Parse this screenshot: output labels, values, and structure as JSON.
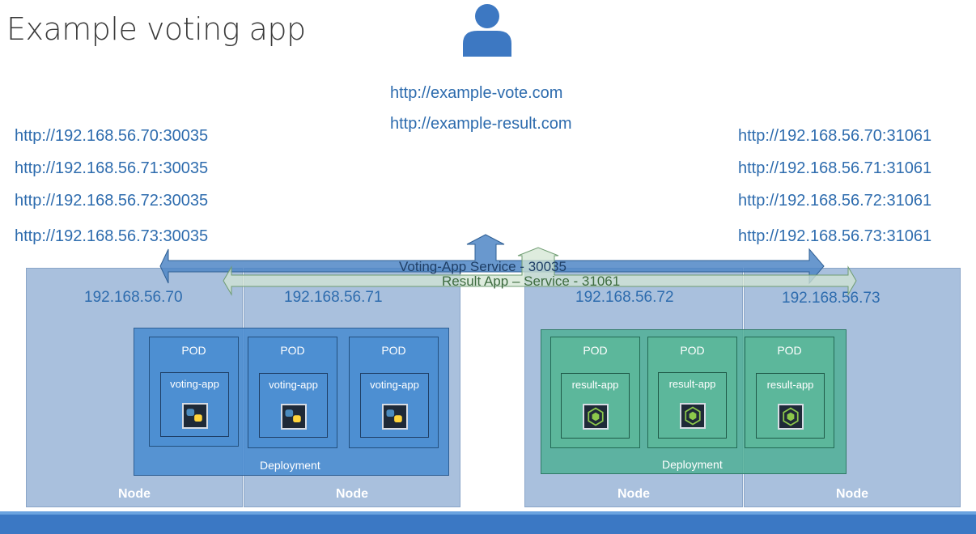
{
  "title": "Example voting app",
  "center_urls": [
    "http://example-vote.com",
    "http://example-result.com"
  ],
  "left_urls": [
    "http://192.168.56.70:30035",
    "http://192.168.56.71:30035",
    "http://192.168.56.72:30035",
    "http://192.168.56.73:30035"
  ],
  "right_urls": [
    "http://192.168.56.70:31061",
    "http://192.168.56.71:31061",
    "http://192.168.56.72:31061",
    "http://192.168.56.73:31061"
  ],
  "services": {
    "voting": "Voting-App Service - 30035",
    "result": "Result App – Service - 31061"
  },
  "nodes": [
    {
      "ip": "192.168.56.70",
      "label": "Node"
    },
    {
      "ip": "192.168.56.71",
      "label": "Node"
    },
    {
      "ip": "192.168.56.72",
      "label": "Node"
    },
    {
      "ip": "192.168.56.73",
      "label": "Node"
    }
  ],
  "deployments": {
    "voting": {
      "label": "Deployment",
      "pod_label": "POD",
      "container": "voting-app"
    },
    "result": {
      "label": "Deployment",
      "pod_label": "POD",
      "container": "result-app"
    }
  },
  "colors": {
    "voting_arrow": "#4f86c6",
    "result_arrow": "#c8dcc9",
    "node": "#a9c0dd",
    "user_icon": "#2e6cae"
  },
  "icons": {
    "user": "user-icon",
    "voting_app": "python-app-icon",
    "result_app": "nodejs-app-icon"
  }
}
